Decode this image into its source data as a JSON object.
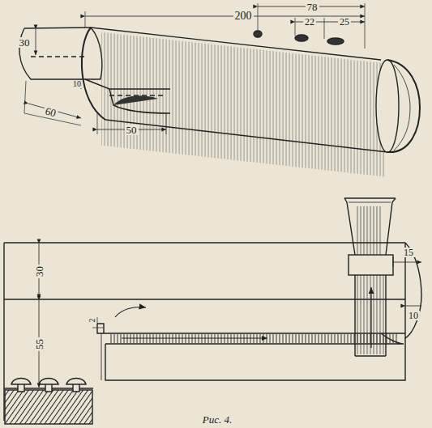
{
  "diagram": {
    "caption": "Рис. 4.",
    "labels": [
      "200",
      "78",
      "22",
      "25",
      "30",
      "10",
      "60",
      "50",
      "30",
      "55",
      "2",
      "15",
      "10"
    ]
  }
}
